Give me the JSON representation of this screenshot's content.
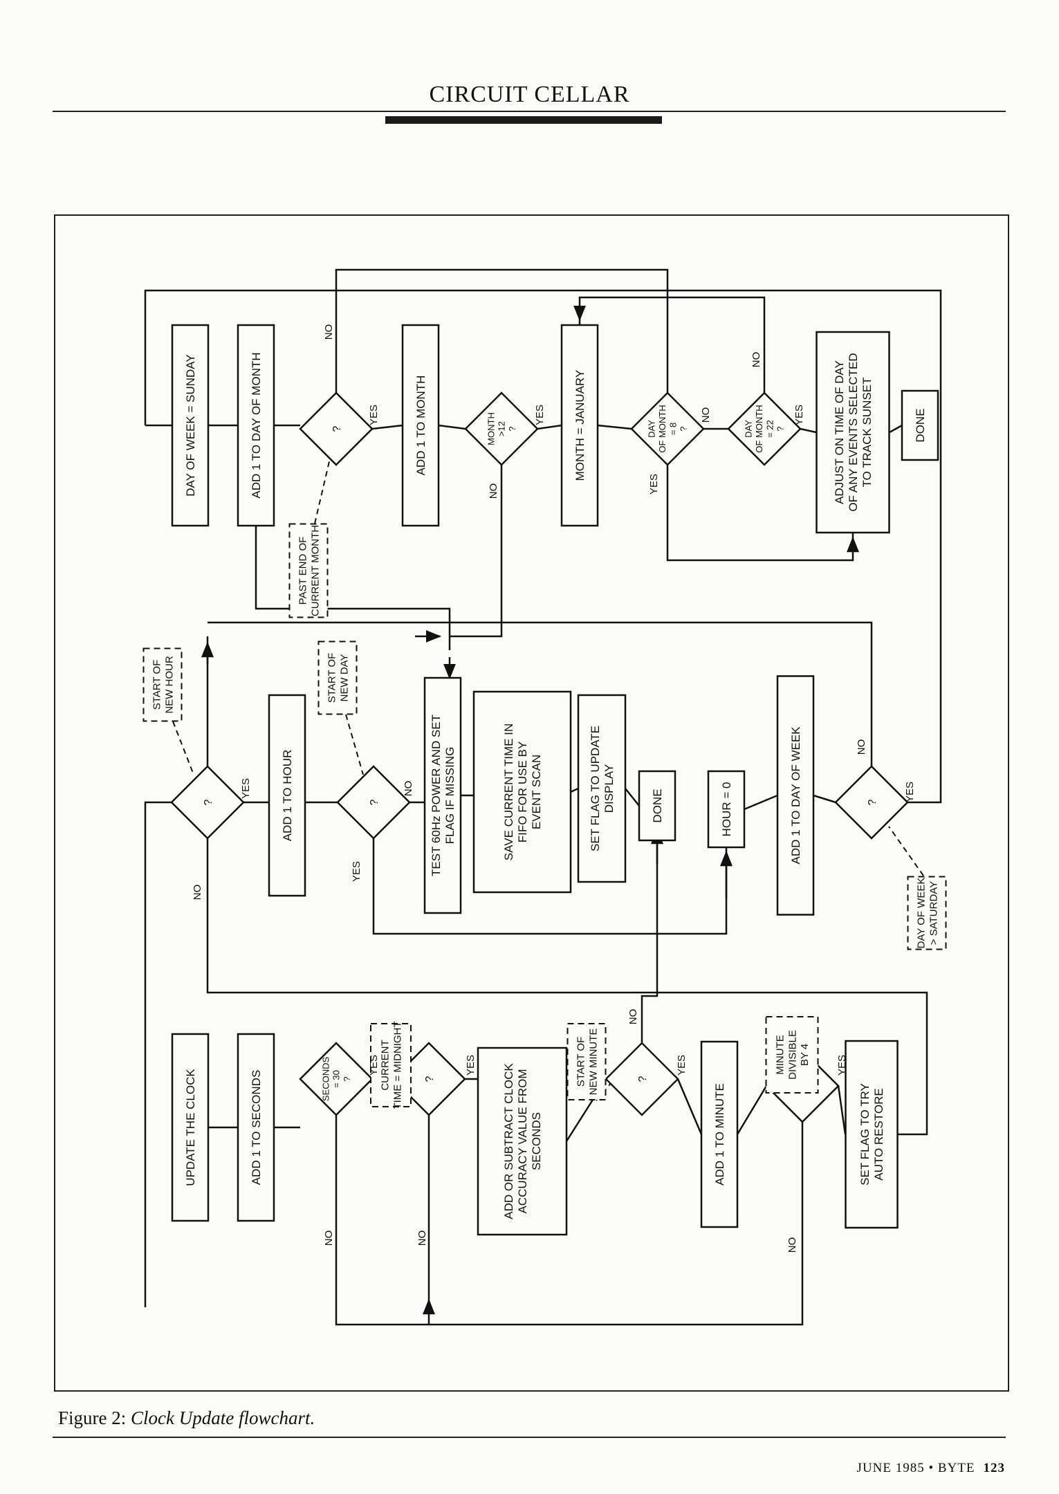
{
  "header": {
    "title": "CIRCUIT CELLAR"
  },
  "figure": {
    "caption_label": "Figure 2:",
    "caption_text": "Clock Update flowchart."
  },
  "footer": {
    "date_mag": "JUNE 1985 • BYTE",
    "page": "123"
  },
  "flowchart": {
    "boxes": [
      {
        "id": "update",
        "text": [
          "UPDATE THE CLOCK"
        ]
      },
      {
        "id": "add-sec",
        "text": [
          "ADD 1 TO SECONDS"
        ]
      },
      {
        "id": "add-sub",
        "text": [
          "ADD OR SUBTRACT CLOCK",
          "ACCURACY VALUE FROM",
          "SECONDS"
        ]
      },
      {
        "id": "add-min",
        "text": [
          "ADD 1 TO MINUTE"
        ]
      },
      {
        "id": "auto",
        "text": [
          "SET FLAG TO TRY",
          "AUTO RESTORE"
        ]
      },
      {
        "id": "add-hour",
        "text": [
          "ADD 1 TO HOUR"
        ]
      },
      {
        "id": "test60",
        "text": [
          "TEST 60Hz POWER AND SET",
          "FLAG IF MISSING"
        ]
      },
      {
        "id": "fifo",
        "text": [
          "SAVE CURRENT TIME IN",
          "FIFO FOR USE BY",
          "EVENT SCAN"
        ]
      },
      {
        "id": "flagdisp",
        "text": [
          "SET FLAG TO UPDATE",
          "DISPLAY"
        ]
      },
      {
        "id": "done1",
        "text": [
          "DONE"
        ]
      },
      {
        "id": "hour0",
        "text": [
          "HOUR = 0"
        ]
      },
      {
        "id": "add-dow",
        "text": [
          "ADD 1 TO DAY OF WEEK"
        ]
      },
      {
        "id": "dow-sun",
        "text": [
          "DAY OF WEEK = SUNDAY"
        ]
      },
      {
        "id": "add-dom",
        "text": [
          "ADD 1 TO DAY OF MONTH"
        ]
      },
      {
        "id": "add-month",
        "text": [
          "ADD 1 TO MONTH"
        ]
      },
      {
        "id": "month-jan",
        "text": [
          "MONTH = JANUARY"
        ]
      },
      {
        "id": "adjust",
        "text": [
          "ADJUST ON TIME OF DAY",
          "OF ANY EVENTS SELECTED",
          "TO TRACK SUNSET"
        ]
      },
      {
        "id": "done2",
        "text": [
          "DONE"
        ]
      }
    ],
    "decisions": [
      {
        "id": "d-sec30",
        "text": [
          "SECONDS",
          "= 30",
          "?"
        ]
      },
      {
        "id": "d-midnight",
        "text": [
          "?"
        ]
      },
      {
        "id": "d-newmin",
        "text": [
          "?"
        ]
      },
      {
        "id": "d-min4",
        "text": [
          "?"
        ]
      },
      {
        "id": "d-newhour",
        "text": [
          "?"
        ]
      },
      {
        "id": "d-newday",
        "text": [
          "?"
        ]
      },
      {
        "id": "d-dow",
        "text": [
          "?"
        ]
      },
      {
        "id": "d-pastmonth",
        "text": [
          "?"
        ]
      },
      {
        "id": "d-month12",
        "text": [
          "MONTH",
          ">12",
          "?"
        ]
      },
      {
        "id": "d-dom8",
        "text": [
          "DAY",
          "OF MONTH",
          "= 8",
          "?"
        ]
      },
      {
        "id": "d-dom22",
        "text": [
          "DAY",
          "OF MONTH",
          "= 22",
          "?"
        ]
      }
    ],
    "annotations": [
      {
        "id": "n-midnight",
        "text": [
          "CURRENT",
          "TIME = MIDNIGHT"
        ]
      },
      {
        "id": "n-newmin",
        "text": [
          "START OF",
          "NEW MINUTE"
        ]
      },
      {
        "id": "n-min4",
        "text": [
          "MINUTE",
          "DIVISIBLE",
          "BY 4"
        ]
      },
      {
        "id": "n-newhour",
        "text": [
          "START OF",
          "NEW HOUR"
        ]
      },
      {
        "id": "n-newday",
        "text": [
          "START OF",
          "NEW DAY"
        ]
      },
      {
        "id": "n-dow",
        "text": [
          "DAY OF WEEK",
          "> SATURDAY"
        ]
      },
      {
        "id": "n-pastmonth",
        "text": [
          "PAST END OF",
          "CURRENT MONTH"
        ]
      }
    ],
    "labels": {
      "yes": "YES",
      "no": "NO"
    }
  }
}
